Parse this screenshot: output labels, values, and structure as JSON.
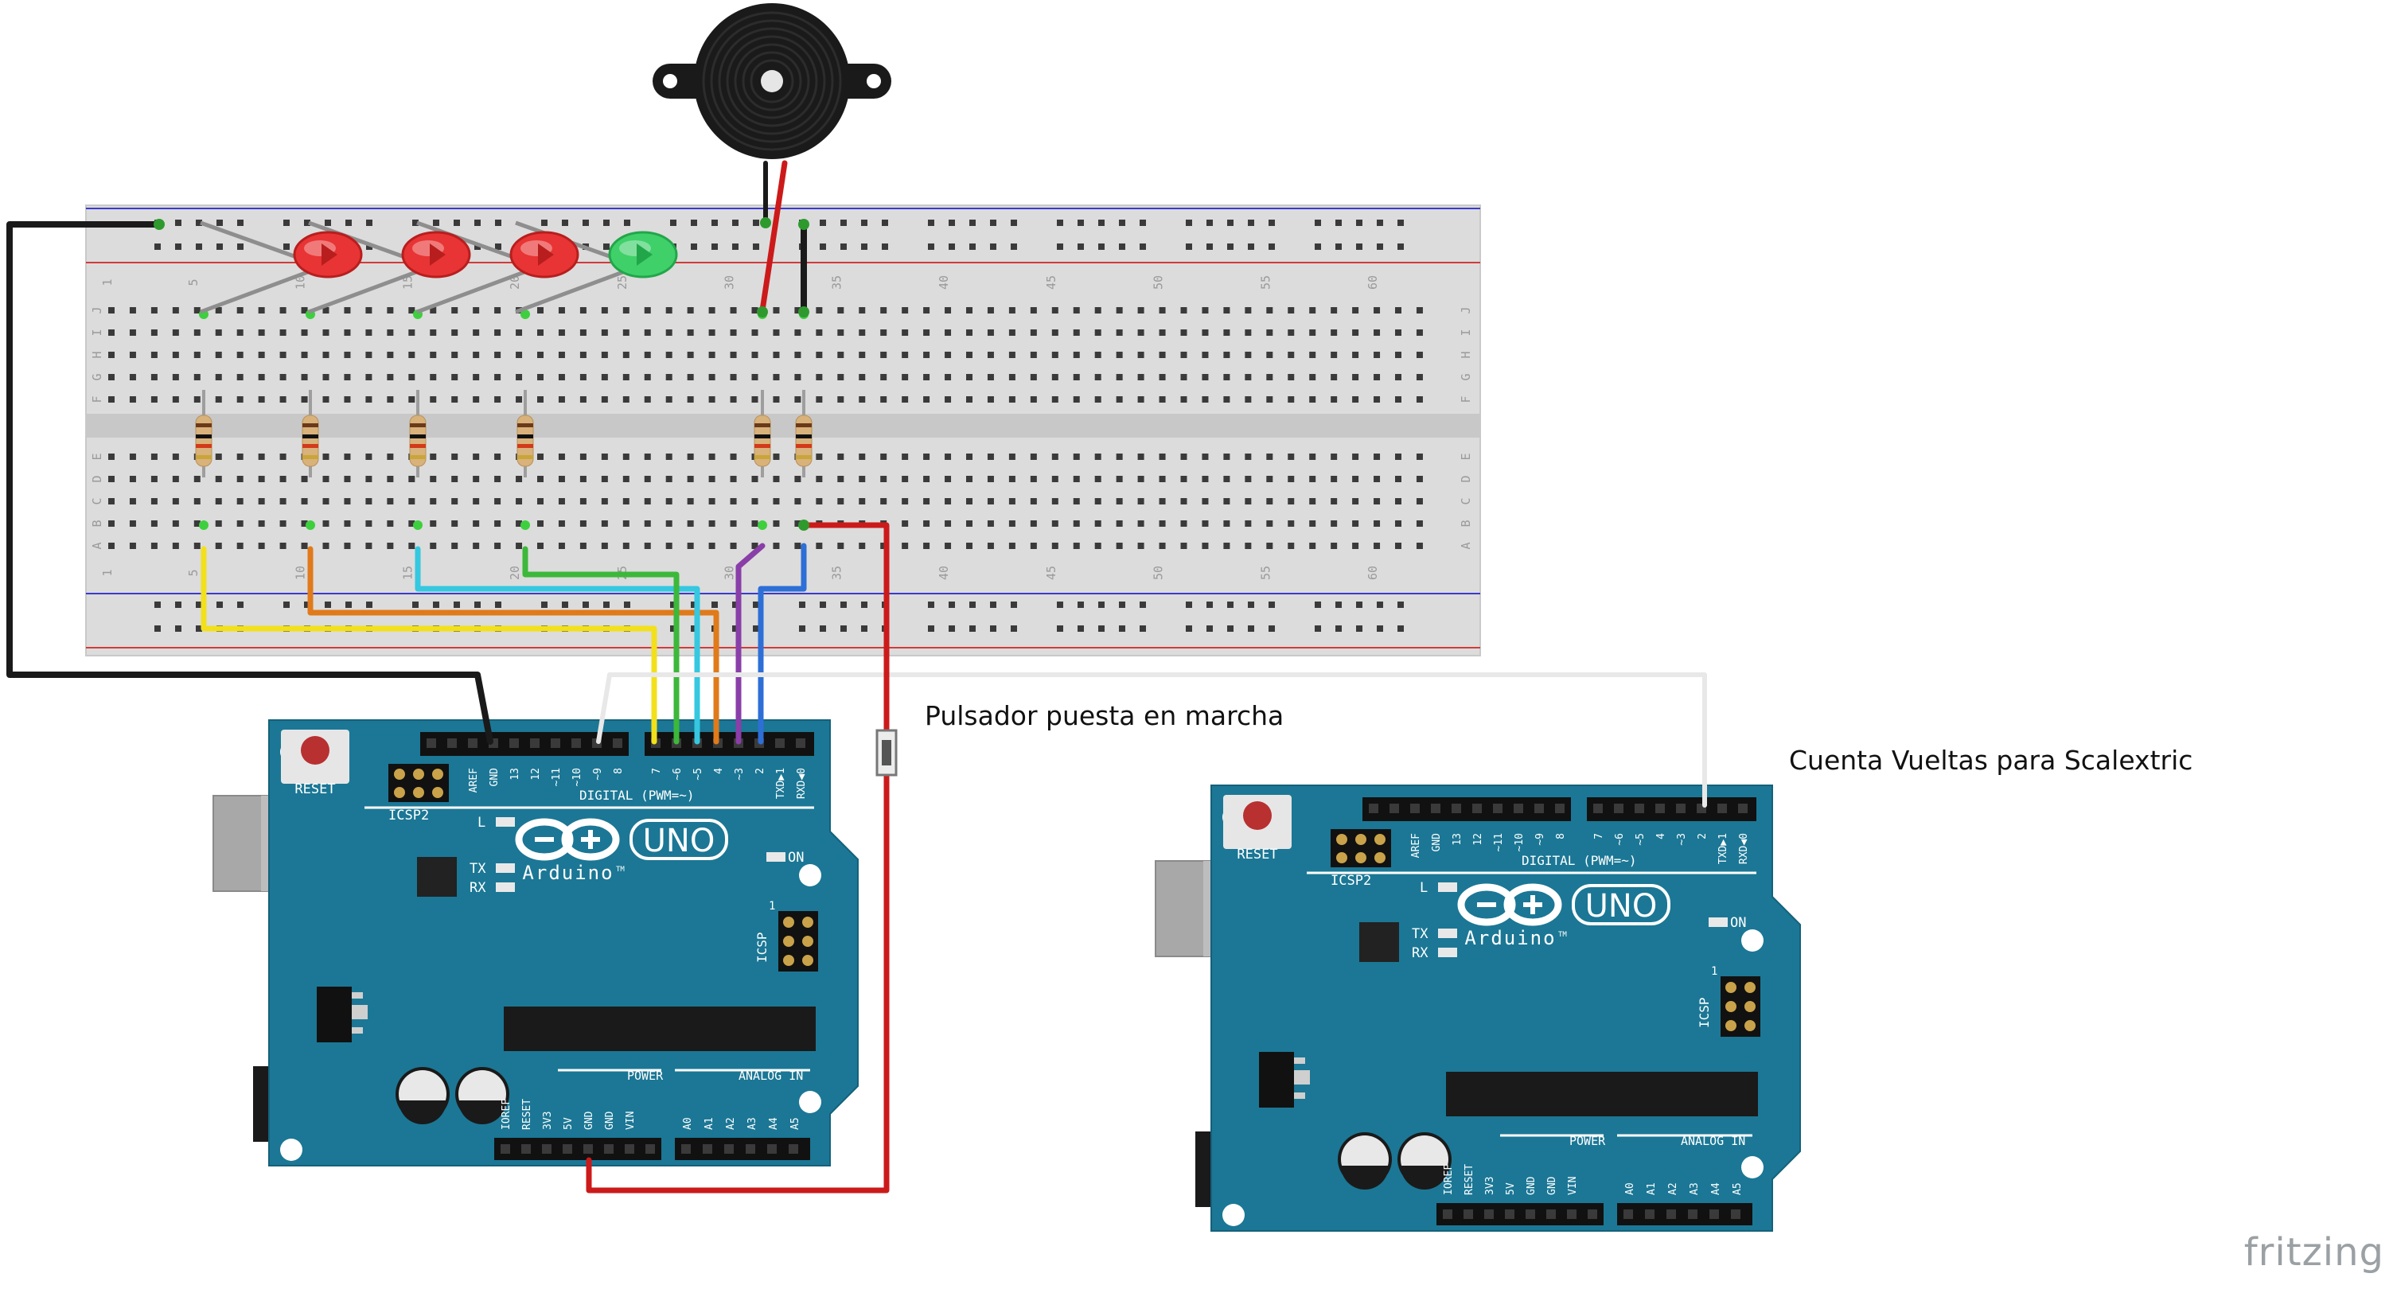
{
  "annotations": {
    "start_button": "Pulsador puesta en marcha",
    "lap_counter": "Cuenta Vueltas para Scalextric"
  },
  "watermark": "fritzing",
  "breadboard": {
    "column_numbers": [
      "1",
      "5",
      "10",
      "15",
      "20",
      "25",
      "30",
      "35",
      "40",
      "45",
      "50",
      "55",
      "60"
    ],
    "row_letters_top": [
      "J",
      "I",
      "H",
      "G",
      "F"
    ],
    "row_letters_bottom": [
      "E",
      "D",
      "C",
      "B",
      "A"
    ]
  },
  "components": {
    "leds": [
      {
        "name": "led-red-1",
        "color": "red"
      },
      {
        "name": "led-red-2",
        "color": "red"
      },
      {
        "name": "led-red-3",
        "color": "red"
      },
      {
        "name": "led-green",
        "color": "green"
      }
    ],
    "resistor_count": 6
  },
  "arduino": {
    "brand": "Arduino",
    "tm": "TM",
    "model": "UNO",
    "reset": "RESET",
    "icsp2": "ICSP2",
    "icsp": "ICSP",
    "icsp_pin1": "1",
    "on": "ON",
    "l": "L",
    "tx": "TX",
    "rx": "RX",
    "digital_header": "DIGITAL (PWM=~)",
    "analog_header": "ANALOG IN",
    "power_header": "POWER",
    "top_pins": [
      "AREF",
      "GND",
      "13",
      "12",
      "~11",
      "~10",
      "~9",
      "8",
      "7",
      "~6",
      "~5",
      "4",
      "~3",
      "2",
      "TXD▶1",
      "RXD◀0"
    ],
    "power_pins": [
      "IOREF",
      "RESET",
      "3V3",
      "5V",
      "GND",
      "GND",
      "VIN"
    ],
    "analog_pins": [
      "A0",
      "A1",
      "A2",
      "A3",
      "A4",
      "A5"
    ]
  },
  "wire_colors": {
    "black": "#1a1a1a",
    "yellow": "#f2e01c",
    "orange": "#e07a1a",
    "cyan": "#35c8e0",
    "green": "#3cb83a",
    "purple": "#8a3ea8",
    "blue": "#2d6fd6",
    "red": "#cc1a1a",
    "white": "#e8e8e8"
  },
  "board_color": "#1b7795"
}
